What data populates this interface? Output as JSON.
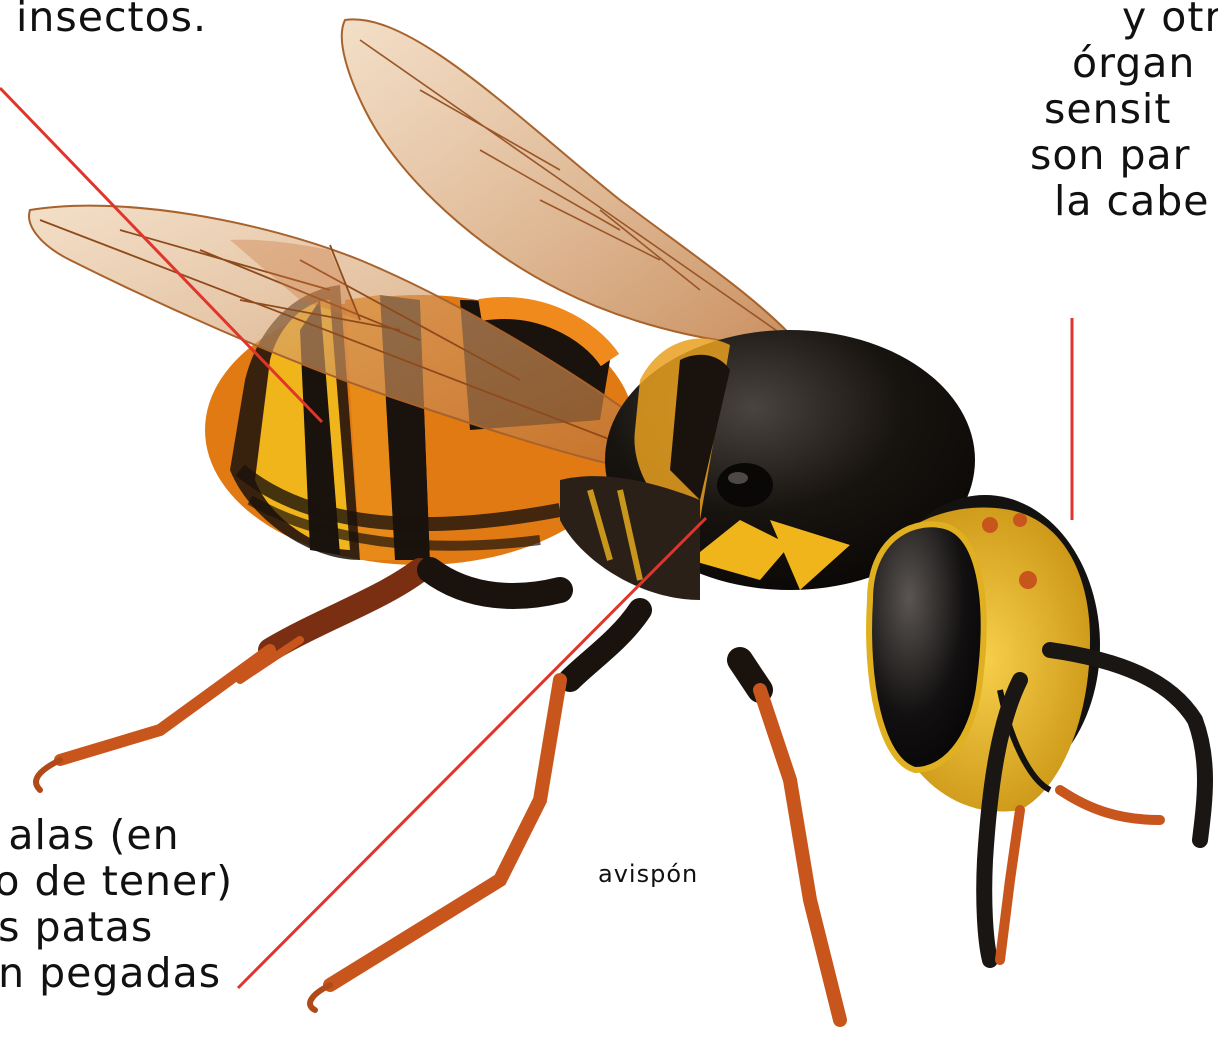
{
  "labels": {
    "top_left": [
      "insectos."
    ],
    "top_right": [
      "y otr",
      "órgan",
      "sensit",
      "son par",
      "la cabe"
    ],
    "bottom_left": [
      "s alas (en",
      "so de tener)",
      "as patas",
      "án pegadas"
    ]
  },
  "caption": "avispón",
  "colors": {
    "pointer_line": "#e0352b",
    "body_black": "#141210",
    "stripe_orange": "#e27a14",
    "stripe_yellow": "#f1b51c",
    "leg_orange": "#c8561c",
    "wing": "#d9a36a"
  }
}
